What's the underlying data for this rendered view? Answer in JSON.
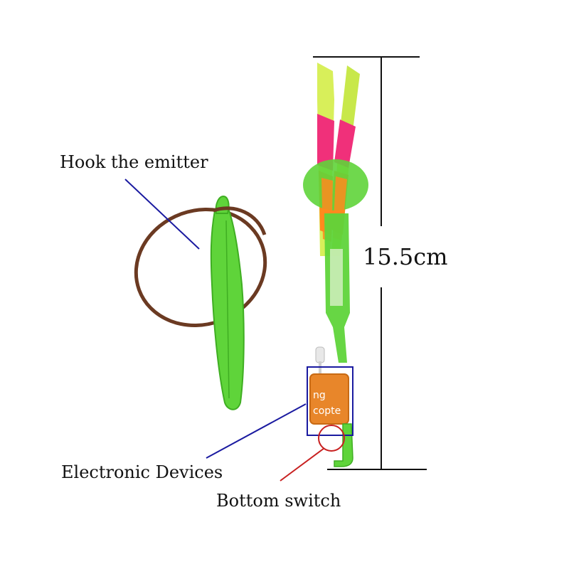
{
  "labels": {
    "hook_emitter": "Hook the emitter",
    "electronic_devices": "Electronic Devices",
    "bottom_switch": "Bottom switch",
    "height": "15.5cm"
  },
  "sticker_text": {
    "line1": "ng",
    "line2": "copte"
  },
  "colors": {
    "plastic_green": "#5fd43a",
    "rubber_band": "#6b3a22",
    "orange_box": "#e8862a",
    "blade_pink": "#f0307a",
    "blade_yellow": "#d8ef5a",
    "blade_orange": "#ff8a1e",
    "callout_blue": "#1a1aa0",
    "callout_red": "#c82020"
  }
}
